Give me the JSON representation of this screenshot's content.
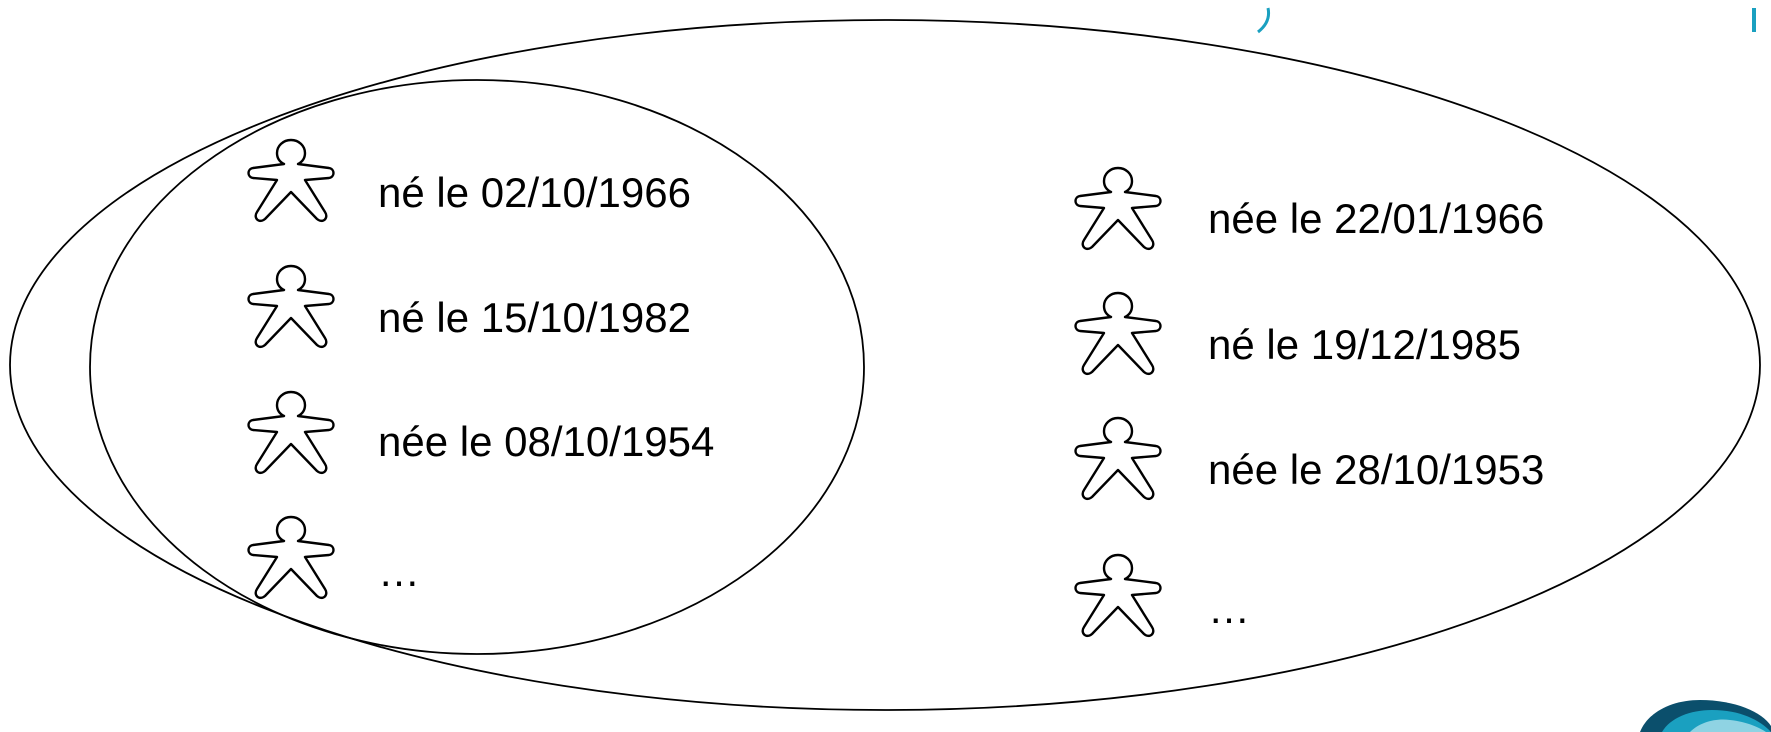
{
  "colors": {
    "outline": "#000000",
    "accent_teal": "#1aa0c0",
    "logo_dark": "#0b4f6c"
  },
  "icons": {
    "person": "person-outline-icon",
    "logo": "logo-fragment-icon"
  },
  "inner_group": {
    "items": [
      {
        "label": "né le 02/10/1966"
      },
      {
        "label": "né le 15/10/1982"
      },
      {
        "label": "née le 08/10/1954"
      },
      {
        "label": "…"
      }
    ]
  },
  "outer_group": {
    "items": [
      {
        "label": "née le 22/01/1966"
      },
      {
        "label": "né le 19/12/1985"
      },
      {
        "label": "née le 28/10/1953"
      },
      {
        "label": "…"
      }
    ]
  }
}
